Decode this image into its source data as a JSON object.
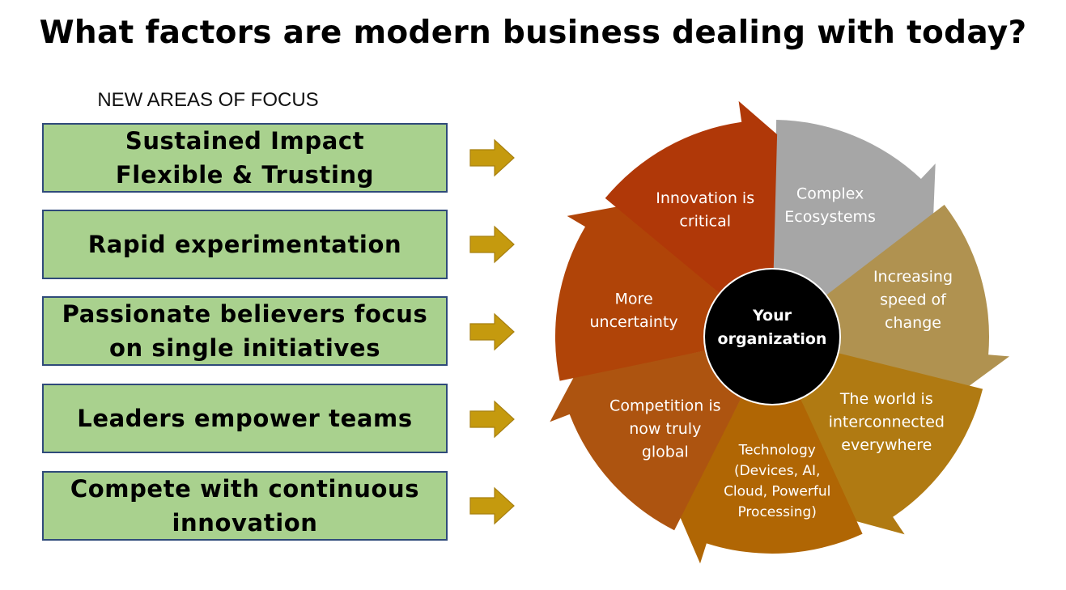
{
  "title": "What factors are modern business dealing with today?",
  "focus": {
    "heading": "NEW AREAS OF FOCUS",
    "items": [
      "Sustained Impact\nFlexible & Trusting",
      "Rapid experimentation",
      "Passionate believers focus\non single initiatives",
      "Leaders empower teams",
      "Compete with continuous\ninnovation"
    ]
  },
  "wheel": {
    "center": [
      "Your",
      "organization"
    ],
    "segments": [
      {
        "lines": [
          "Complex",
          "Ecosystems"
        ],
        "color": "#a6a6a6"
      },
      {
        "lines": [
          "Increasing",
          "speed of",
          "change"
        ],
        "color": "#b09250"
      },
      {
        "lines": [
          "The world is",
          "interconnected",
          "everywhere"
        ],
        "color": "#b07a12"
      },
      {
        "lines": [
          "Technology",
          "(Devices, AI,",
          "Cloud, Powerful",
          "Processing)"
        ],
        "color": "#b06604"
      },
      {
        "lines": [
          "Competition is",
          "now truly",
          "global"
        ],
        "color": "#ad5410"
      },
      {
        "lines": [
          "More",
          "uncertainty"
        ],
        "color": "#b04408"
      },
      {
        "lines": [
          "Innovation is",
          "critical"
        ],
        "color": "#b03808"
      }
    ]
  },
  "colors": {
    "arrow": "#c59a0e",
    "box_fill": "#a9d18e",
    "box_border": "#2f4a7a",
    "center": "#000000"
  }
}
